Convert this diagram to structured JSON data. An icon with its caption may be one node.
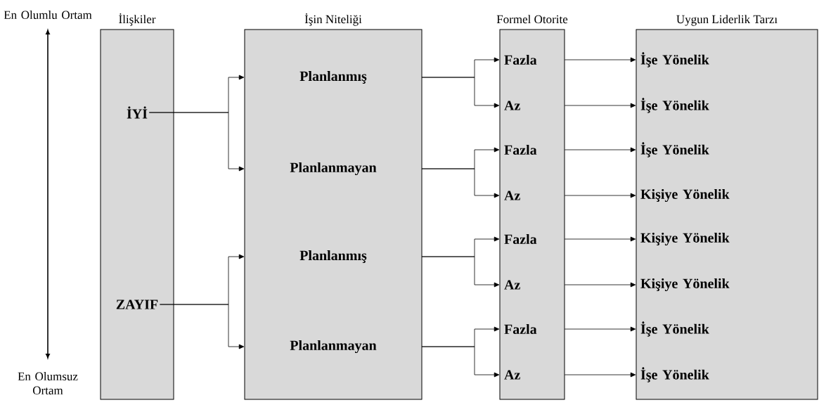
{
  "diagram": {
    "nodes": [
      {
        "text": [
          "İlişkiler"
        ]
      },
      {
        "text": [
          "İYİ"
        ],
        "in": 0
      },
      {
        "text": [
          "ZAYIF"
        ],
        "in": 0
      },
      {
        "text": [
          "İşin Niteliği"
        ]
      },
      {
        "text": [
          "Planlanmış"
        ],
        "in": 3
      },
      {
        "text": [
          "Planlanmayan"
        ],
        "in": 3
      },
      {
        "text": [
          "Planlanmış"
        ],
        "in": 3
      },
      {
        "text": [
          "Planlanmayan"
        ],
        "in": 3
      },
      {
        "text": [
          "Formel Otorite"
        ]
      },
      {
        "text": [
          "Fazla"
        ],
        "in": 8
      },
      {
        "text": [
          "Az"
        ],
        "in": 8
      },
      {
        "text": [
          "Fazla"
        ],
        "in": 8
      },
      {
        "text": [
          "Az"
        ],
        "in": 8
      },
      {
        "text": [
          "Fazla"
        ],
        "in": 8
      },
      {
        "text": [
          "Az"
        ],
        "in": 8
      },
      {
        "text": [
          "Fazla"
        ],
        "in": 8
      },
      {
        "text": [
          "Az"
        ],
        "in": 8
      },
      {
        "text": [
          "Uygun Liderlik Tarzı"
        ]
      },
      {
        "text": [
          "İşe Yönelik"
        ],
        "in": 17
      },
      {
        "text": [
          "İşe Yönelik"
        ],
        "in": 17
      },
      {
        "text": [
          "İşe Yönelik"
        ],
        "in": 17
      },
      {
        "text": [
          "Kişiye Yönelik"
        ],
        "in": 17
      },
      {
        "text": [
          "Kişiye Yönelik"
        ],
        "in": 17
      },
      {
        "text": [
          "Kişiye Yönelik"
        ],
        "in": 17
      },
      {
        "text": [
          "İşe Yönelik"
        ],
        "in": 17
      },
      {
        "text": [
          "İşe Yönelik"
        ],
        "in": 17
      }
    ],
    "edges": [
      {
        "from": 1,
        "to": 4,
        "arrow": "to"
      },
      {
        "from": 1,
        "to": 5,
        "arrow": "to"
      },
      {
        "from": 2,
        "to": 6,
        "arrow": "to"
      },
      {
        "from": 2,
        "to": 7,
        "arrow": "to"
      },
      {
        "from": 4,
        "to": 9,
        "arrow": "to"
      },
      {
        "from": 4,
        "to": 10,
        "arrow": "to"
      },
      {
        "from": 5,
        "to": 11,
        "arrow": "to"
      },
      {
        "from": 5,
        "to": 12,
        "arrow": "to"
      },
      {
        "from": 6,
        "to": 13,
        "arrow": "to"
      },
      {
        "from": 6,
        "to": 14,
        "arrow": "to"
      },
      {
        "from": 7,
        "to": 15,
        "arrow": "to"
      },
      {
        "from": 7,
        "to": 16,
        "arrow": "to"
      },
      {
        "from": 9,
        "to": 18,
        "arrow": "to"
      },
      {
        "from": 10,
        "to": 19,
        "arrow": "to"
      },
      {
        "from": 11,
        "to": 20,
        "arrow": "to"
      },
      {
        "from": 12,
        "to": 21,
        "arrow": "to"
      },
      {
        "from": 13,
        "to": 22,
        "arrow": "to"
      },
      {
        "from": 14,
        "to": 23,
        "arrow": "to"
      },
      {
        "from": 15,
        "to": 24,
        "arrow": "to"
      },
      {
        "from": 16,
        "to": 25,
        "arrow": "to"
      }
    ],
    "labels": [
      "En Olumlu Ortam",
      "En Olumsuz Ortam"
    ]
  }
}
